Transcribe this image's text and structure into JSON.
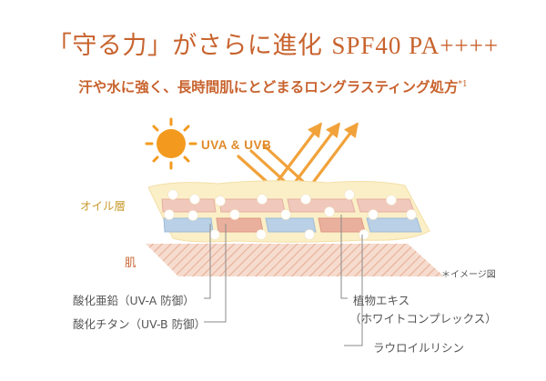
{
  "title": {
    "main": "「守る力」がさらに進化",
    "spf": "SPF40 PA++++"
  },
  "subtitle": {
    "text": "汗や水に強く、長時間肌にとどまるロングラスティング処方",
    "footnote": "*1"
  },
  "diagram": {
    "uv_label": "UVA & UVB",
    "oil_layer_label": "オイル層",
    "skin_label": "肌",
    "image_note": "＊イメージ図",
    "ingredients": {
      "zinc_oxide": "酸化亜鉛（UV-A 防御）",
      "titanium_oxide": "酸化チタン（UV-B 防御）",
      "plant_extract": "植物エキス",
      "plant_extract_sub": "（ホワイトコンプレックス）",
      "lauroyl_lysine": "ラウロイルリシン"
    }
  },
  "colors": {
    "accent": "#c8632e",
    "sun": "#f39a1e",
    "arrow": "#f1a23a",
    "oil_layer": "#fbefc7",
    "pink_block": "#f0c8bc",
    "blue_block": "#b9d0e6",
    "skin_hatch": "#e9b29a"
  }
}
